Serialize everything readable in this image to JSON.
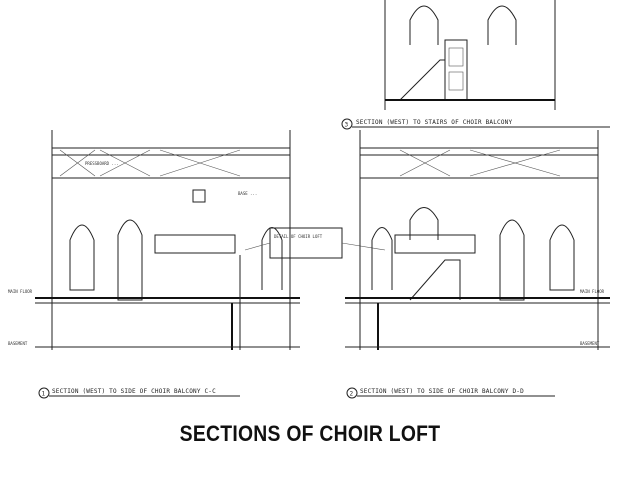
{
  "slide_title": "SECTIONS OF CHOIR LOFT",
  "drawings": [
    {
      "number": "1",
      "caption": "SECTION (WEST) TO SIDE OF CHOIR BALCONY C-C"
    },
    {
      "number": "2",
      "caption": "SECTION (WEST) TO SIDE OF CHOIR BALCONY D-D"
    },
    {
      "number": "3",
      "caption": "SECTION (WEST) TO STAIRS OF CHOIR BALCONY"
    }
  ],
  "center_note": "DETAIL OF CHOIR LOFT",
  "side_labels": {
    "floor": "MAIN FLOOR",
    "basement": "BASEMENT"
  }
}
